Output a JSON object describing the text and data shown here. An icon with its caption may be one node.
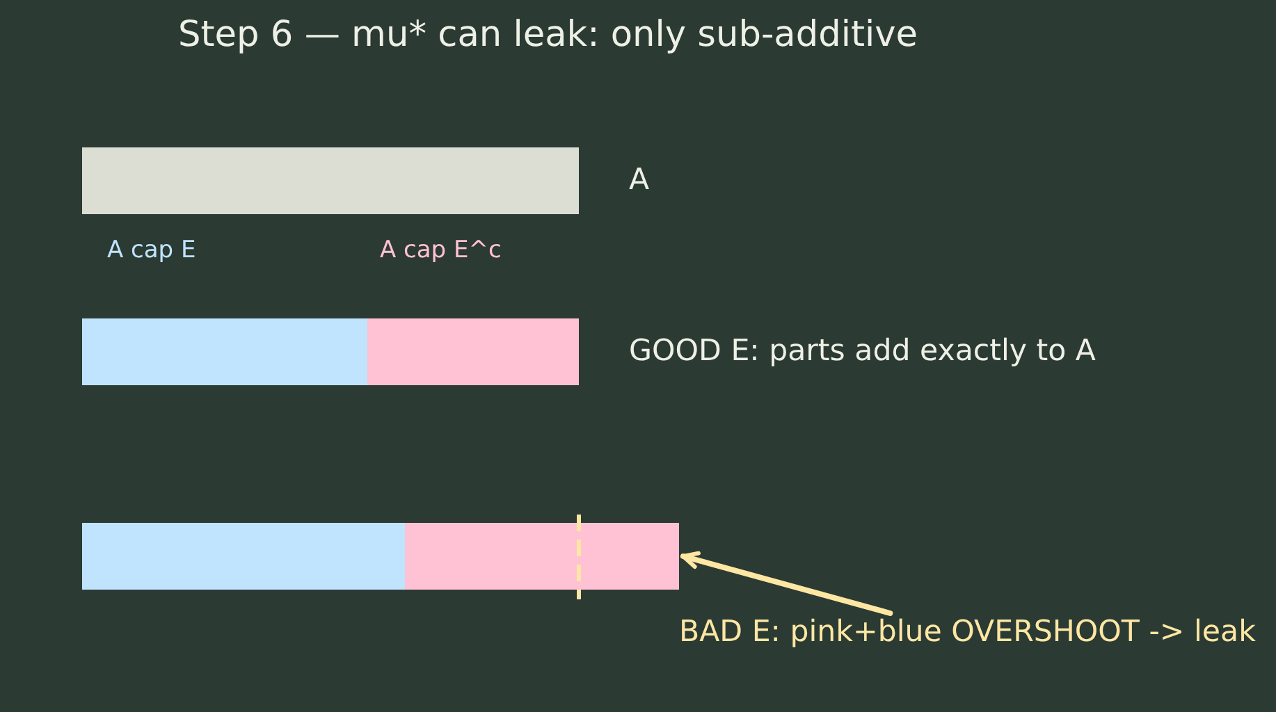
{
  "diagram": {
    "title": "Step 6 — mu* can leak: only sub-additive",
    "nodes": [
      {
        "text": [],
        "shape": "bar",
        "beside": [
          "A"
        ]
      },
      {
        "text": [],
        "shape": "bar"
      },
      {
        "text": [],
        "shape": "bar"
      },
      {
        "text": [],
        "shape": "bar"
      },
      {
        "text": [],
        "shape": "bar"
      },
      {
        "text": [
          "BAD E: pink+blue OVERSHOOT -> leak"
        ]
      }
    ],
    "edges": [
      {
        "from": 5,
        "to": 4,
        "arrow": "to"
      }
    ],
    "labels": [
      "A cap E",
      "A cap E^c",
      "GOOD E: parts add exactly to A"
    ]
  }
}
